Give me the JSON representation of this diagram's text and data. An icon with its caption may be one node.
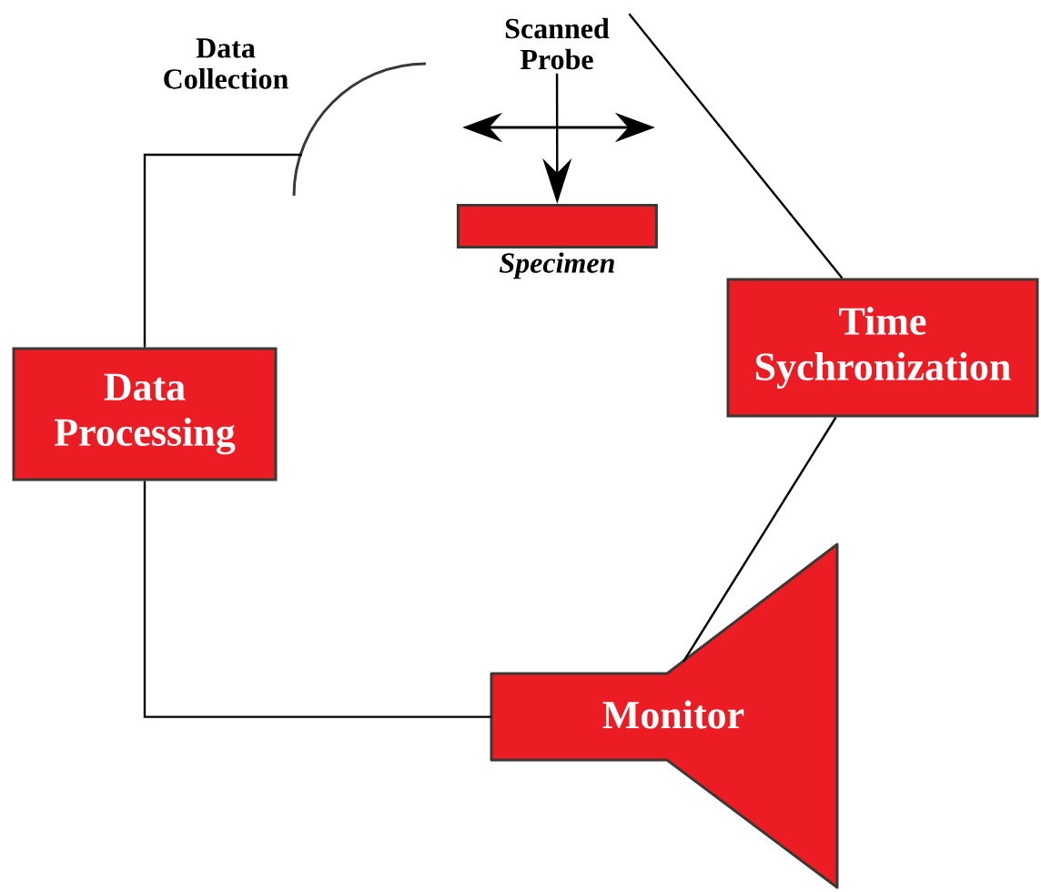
{
  "diagram": {
    "nodes": [
      {
        "text": [
          "Data Collection"
        ]
      },
      {
        "text": [
          "Scanned Probe"
        ]
      },
      {
        "text": [
          "Specimen"
        ]
      },
      {
        "text": [
          "Data Processing"
        ]
      },
      {
        "text": [
          "Time Sychronization"
        ]
      },
      {
        "text": [
          "Monitor"
        ]
      }
    ],
    "edges": [
      {
        "from": 3,
        "to": 0,
        "arrow": "none"
      },
      {
        "from": 1,
        "to": 2,
        "arrow": "to"
      },
      {
        "from": 1,
        "to": 4,
        "arrow": "none"
      },
      {
        "from": 4,
        "to": 5,
        "arrow": "none"
      },
      {
        "from": 3,
        "to": 5,
        "arrow": "none"
      }
    ]
  }
}
